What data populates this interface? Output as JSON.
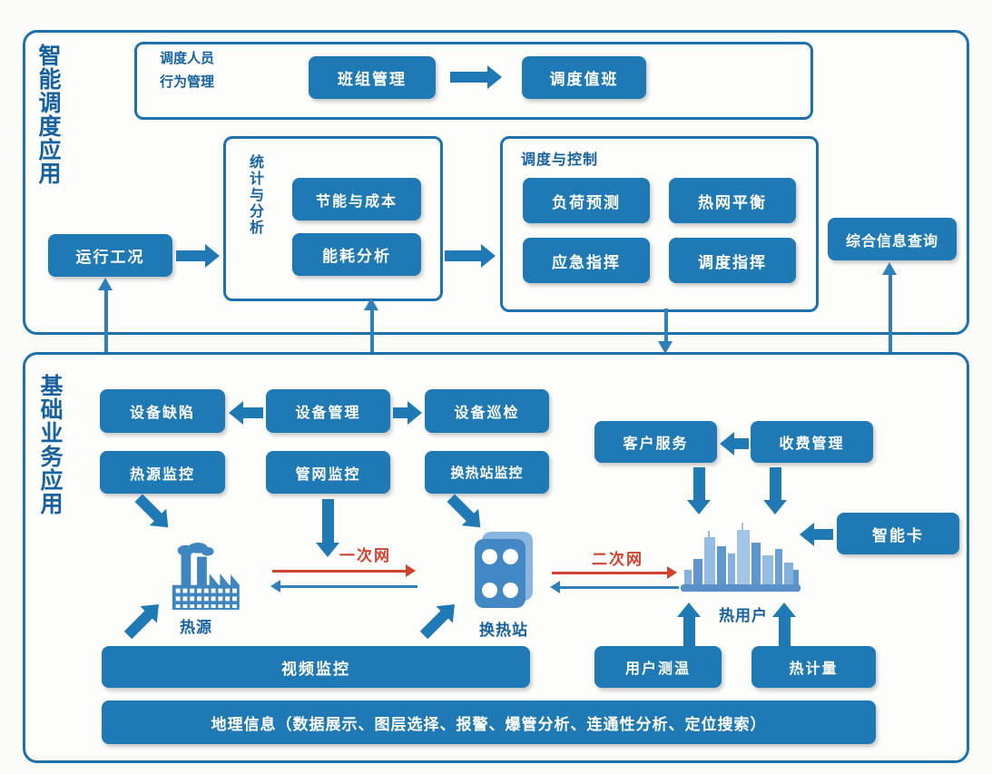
{
  "colors": {
    "node_blue": "#1e79b5",
    "border_blue": "#1d72ae",
    "label_blue": "#16619f",
    "flow_red": "#d0432f",
    "flow_blue": "#2e80b8"
  },
  "sections": {
    "top": {
      "title": "智能调度应用",
      "personnel": {
        "label": "调度人员\n行为管理",
        "team_btn": "班组管理",
        "duty_btn": "调度值班"
      },
      "stats": {
        "title": "统计与分析",
        "energy_saving_btn": "节能与成本",
        "energy_analysis_btn": "能耗分析"
      },
      "operating_btn": "运行工况",
      "control": {
        "title": "调度与控制",
        "load_forecast_btn": "负荷预测",
        "network_balance_btn": "热网平衡",
        "emergency_btn": "应急指挥",
        "dispatch_btn": "调度指挥"
      },
      "info_query_btn": "综合信息查询"
    },
    "bottom": {
      "title": "基础业务应用",
      "device_defect_btn": "设备缺陷",
      "device_mgmt_btn": "设备管理",
      "device_patrol_btn": "设备巡检",
      "heat_source_monitor_btn": "热源监控",
      "pipe_network_monitor_btn": "管网监控",
      "exchange_station_monitor_btn": "换热站监控",
      "customer_service_btn": "客户服务",
      "billing_mgmt_btn": "收费管理",
      "smart_card_btn": "智能卡",
      "heat_source_label": "热源",
      "exchange_station_label": "换热站",
      "heat_user_label": "热用户",
      "primary_network_label": "一次网",
      "secondary_network_label": "二次网",
      "video_monitor_btn": "视频监控",
      "user_temp_btn": "用户测温",
      "heat_meter_btn": "热计量",
      "gis_bar": "地理信息（数据展示、图层选择、报警、爆管分析、连通性分析、定位搜索）"
    }
  }
}
